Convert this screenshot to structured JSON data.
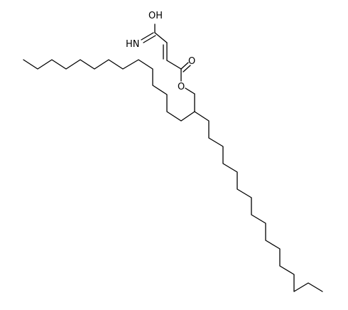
{
  "molecule": {
    "atom_labels": {
      "hydroxyl": "OH",
      "amine": "HN",
      "carbonyl_oxygen": "O",
      "ester_oxygen": "O"
    },
    "colors": {
      "bond": "#000000",
      "label": "#000000",
      "background": "#ffffff"
    }
  }
}
